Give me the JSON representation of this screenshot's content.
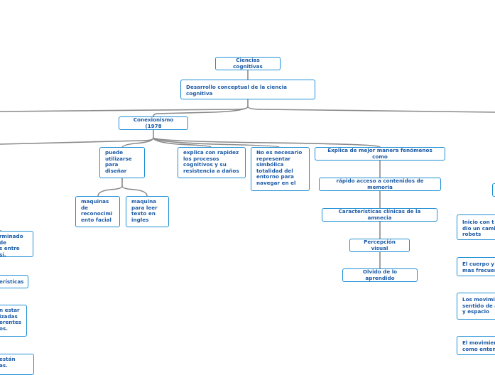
{
  "colors": {
    "border": "#1e8fd6",
    "text": "#1b5aa6",
    "connector": "#8a8a8a"
  },
  "nodes": {
    "root": "Ciencias cognitivas",
    "desarrollo": "Desarrollo conceptual de la ciencia\ncognitiva",
    "conexionismo": "Conexionismo (1978",
    "puede": "puede\nutilizarse\npara\ndiseñar",
    "explica_rapidez": "explica con rapidez\nlos procesos\ncognitivos y su\nresistencia a daños",
    "no_necesario": "No es necesario\nrepresentar\nsimbólica\ntotalidad del\nentorno para\nnavegar en el",
    "explica_mejor": "Explica de mejor manera fenómenos como",
    "maquinas_reconocimiento": "maquinas\nde\nreconocimi\nento facial",
    "maquina_ingles": "maquina\npara leer\ntexto en\ningles",
    "rapido_acceso": "rápido acceso a contenidos de memoria",
    "caracteristicas_clinicas": "Características clínicas de la amnecia",
    "percepcion_visual": "Percepción visual",
    "olvido": "Olvido de lo aprendido",
    "left_1": "rminado\nde\ns entre sí.",
    "left_2": "erísticas",
    "left_3": "n estar\nizadas\nerentes\nos.",
    "left_4": "están\nas.",
    "right_1": "Inicio con t\ndio un camb\nrobots",
    "right_2": "El cuerpo y\nmas frecuer",
    "right_3": "Los movimi\nsentido de a\ny espacio",
    "right_4": "El movimier\ncomo enten"
  }
}
